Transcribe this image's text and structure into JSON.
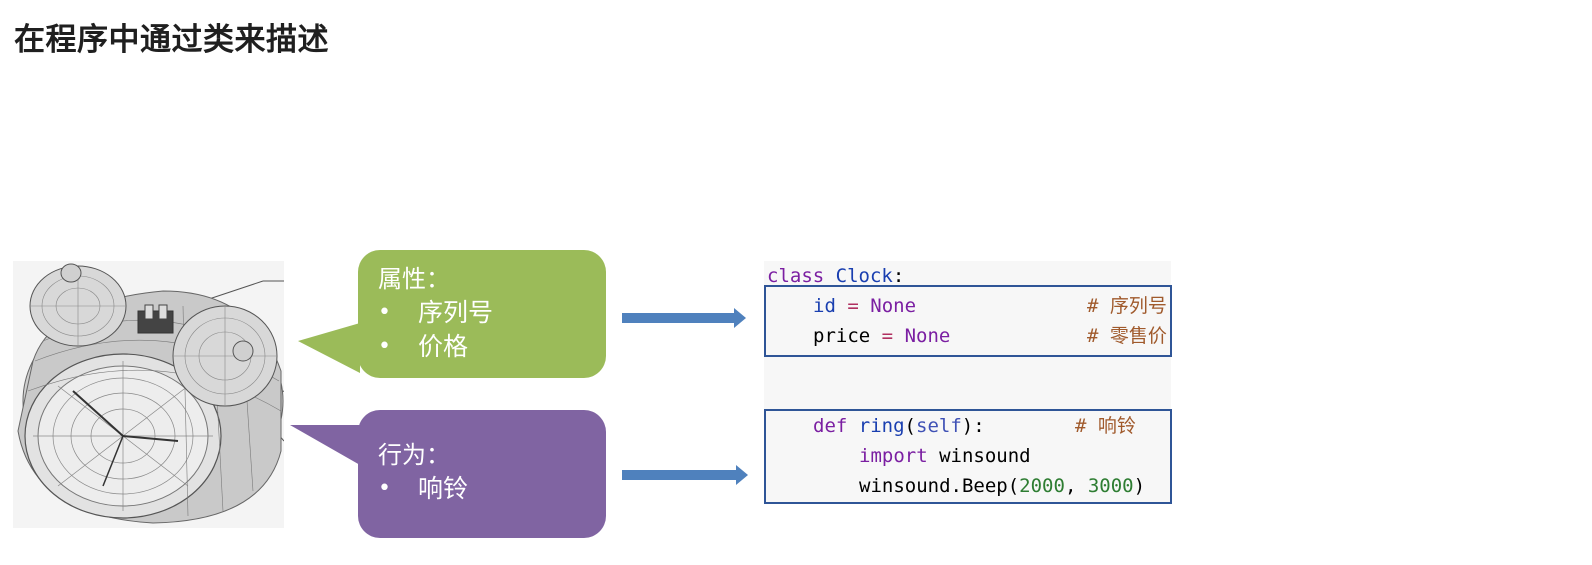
{
  "title": "在程序中通过类来描述",
  "attributes_bubble": {
    "heading": "属性：",
    "items": [
      "序列号",
      "价格"
    ],
    "color": "#9bbb59"
  },
  "behavior_bubble": {
    "heading": "行为：",
    "items": [
      "响铃"
    ],
    "color": "#8064a2"
  },
  "bullet_char": "•",
  "arrow_color": "#4f81bd",
  "box_color": "#2f5597",
  "code": {
    "line1": {
      "kw": "class",
      "name": "Clock",
      "colon": ":"
    },
    "line2": {
      "name": "id",
      "eq": "=",
      "val": "None",
      "comment": "# 序列号"
    },
    "line3": {
      "name": "price",
      "eq": "=",
      "val": "None",
      "comment": "# 零售价"
    },
    "line4": {
      "kw": "def",
      "fn": "ring",
      "open": "(",
      "self": "self",
      "close": "):",
      "comment": "# 响铃"
    },
    "line5": {
      "kw": "import",
      "mod": "winsound"
    },
    "line6": {
      "call": "winsound.Beep",
      "open": "(",
      "a": "2000",
      "sep": ", ",
      "b": "3000",
      "close": ")"
    }
  }
}
